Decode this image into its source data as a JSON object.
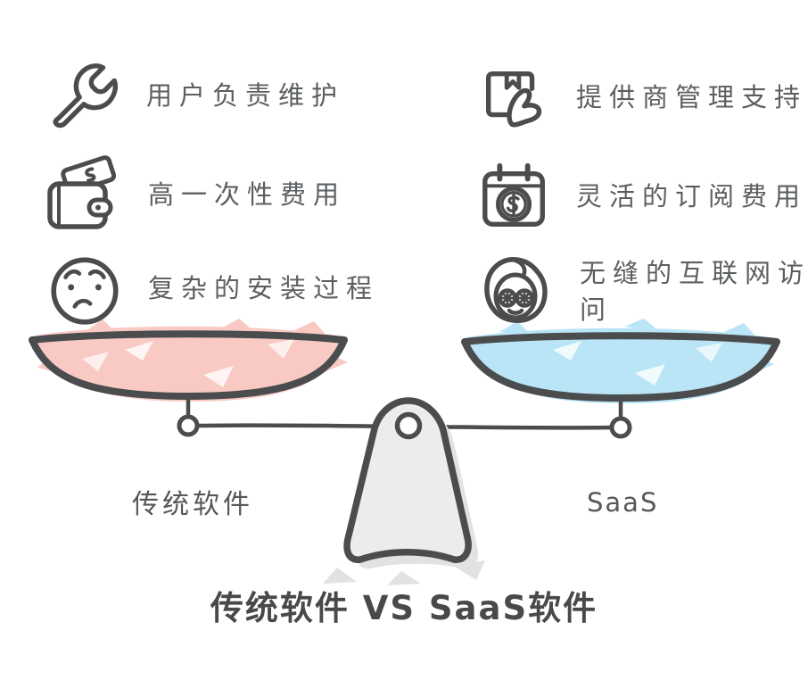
{
  "title": "传统软件 VS SaaS软件",
  "left": {
    "side_label": "传统软件",
    "items": [
      {
        "icon": "wrench-icon",
        "label": "用户负责维护"
      },
      {
        "icon": "wallet-money-icon",
        "label": "高一次性费用"
      },
      {
        "icon": "confused-face-icon",
        "label": "复杂的安装过程"
      }
    ]
  },
  "right": {
    "side_label": "SaaS",
    "items": [
      {
        "icon": "package-support-icon",
        "label": "提供商管理支持"
      },
      {
        "icon": "calendar-dollar-icon",
        "label": "灵活的订阅费用"
      },
      {
        "icon": "spa-face-icon",
        "label": "无缝的互联网访问"
      }
    ]
  },
  "colors": {
    "outline": "#4a4c4e",
    "text": "#5b5f62",
    "left_pan_fill": "#fbd9d5",
    "left_pan_sketch": "#f9c9c4",
    "right_pan_fill": "#c9ebf8",
    "right_pan_sketch": "#b9e5f6",
    "pedestal_fill": "#ececec",
    "pedestal_sketch": "#e2e2e2",
    "background": "#ffffff"
  }
}
